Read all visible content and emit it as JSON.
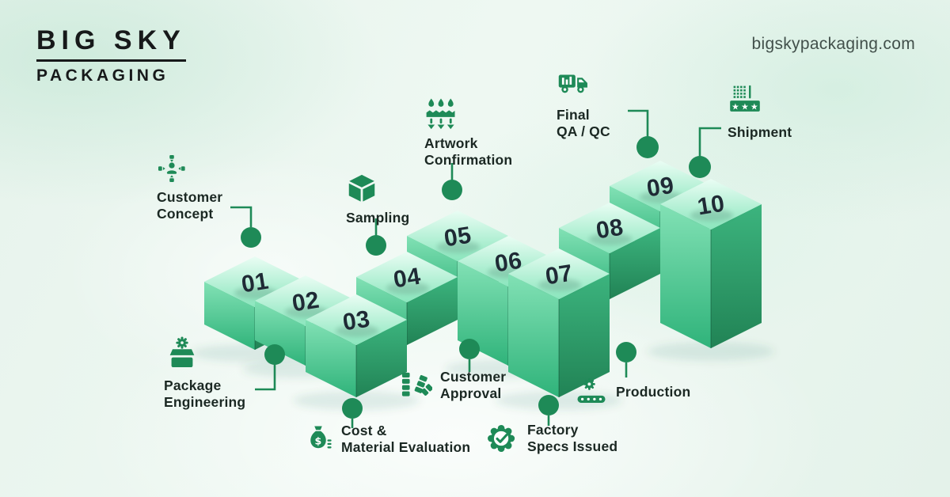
{
  "brand": {
    "name_top": "BIG SKY",
    "name_bottom": "PACKAGING"
  },
  "website": "bigskypackaging.com",
  "colors": {
    "accent_green": "#1e8a57",
    "block_top": "#9defc9",
    "block_side": "#2fb37a",
    "block_dark": "#27925f",
    "label_text": "#1b2823",
    "logo_text": "#17191a"
  },
  "steps": [
    {
      "num": "01",
      "line1": "Customer",
      "line2": "Concept"
    },
    {
      "num": "02",
      "line1": "Package",
      "line2": "Engineering"
    },
    {
      "num": "03",
      "line1": "Cost &",
      "line2": "Material Evaluation"
    },
    {
      "num": "04",
      "line1": "Sampling",
      "line2": ""
    },
    {
      "num": "05",
      "line1": "Artwork",
      "line2": "Confirmation"
    },
    {
      "num": "06",
      "line1": "Customer",
      "line2": "Approval"
    },
    {
      "num": "07",
      "line1": "Factory",
      "line2": "Specs Issued"
    },
    {
      "num": "08",
      "line1": "Production",
      "line2": ""
    },
    {
      "num": "09",
      "line1": "Final",
      "line2": "QA / QC"
    },
    {
      "num": "10",
      "line1": "Shipment",
      "line2": ""
    }
  ]
}
